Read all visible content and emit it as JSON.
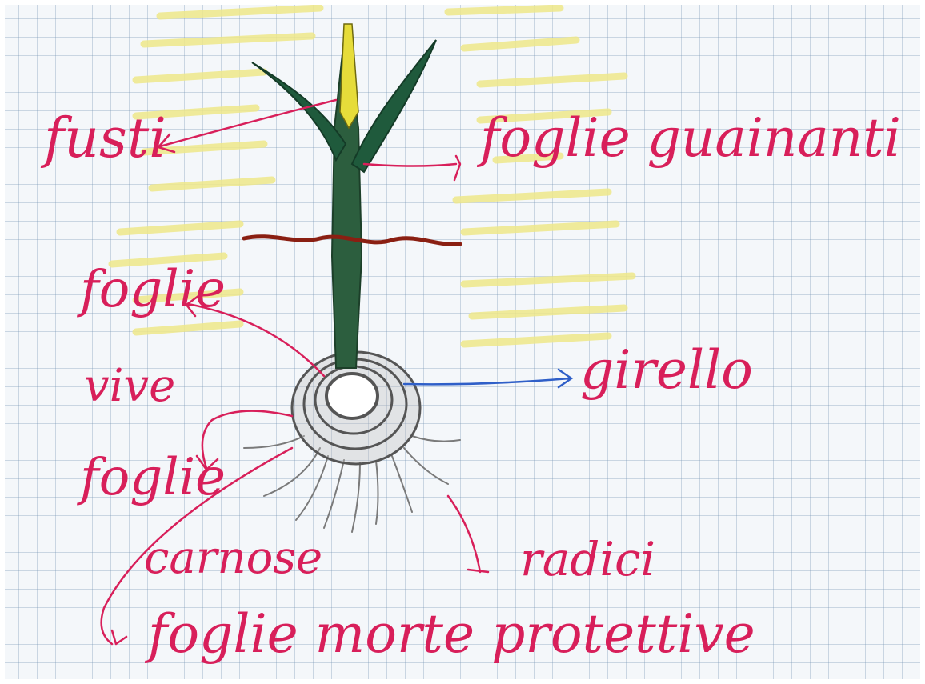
{
  "diagram": {
    "labels": {
      "fusti": "fusti",
      "foglie_guainanti": "foglie guainanti",
      "foglie_vive_1": "foglie",
      "foglie_vive_2": "vive",
      "girello": "girello",
      "foglie_carnose_1": "foglie",
      "foglie_carnose_2": "carnose",
      "radici": "radici",
      "foglie_morte": "foglie morte protettive"
    },
    "colors": {
      "ink": "#d81f5a",
      "arrow_blue": "#2f5fc8",
      "leaf": "#1f5a3c",
      "stem_yellow": "#e6dc3a",
      "soil_line": "#8a1f12",
      "bulb_gray": "#555555",
      "sun_yellow": "#efe88a"
    }
  }
}
